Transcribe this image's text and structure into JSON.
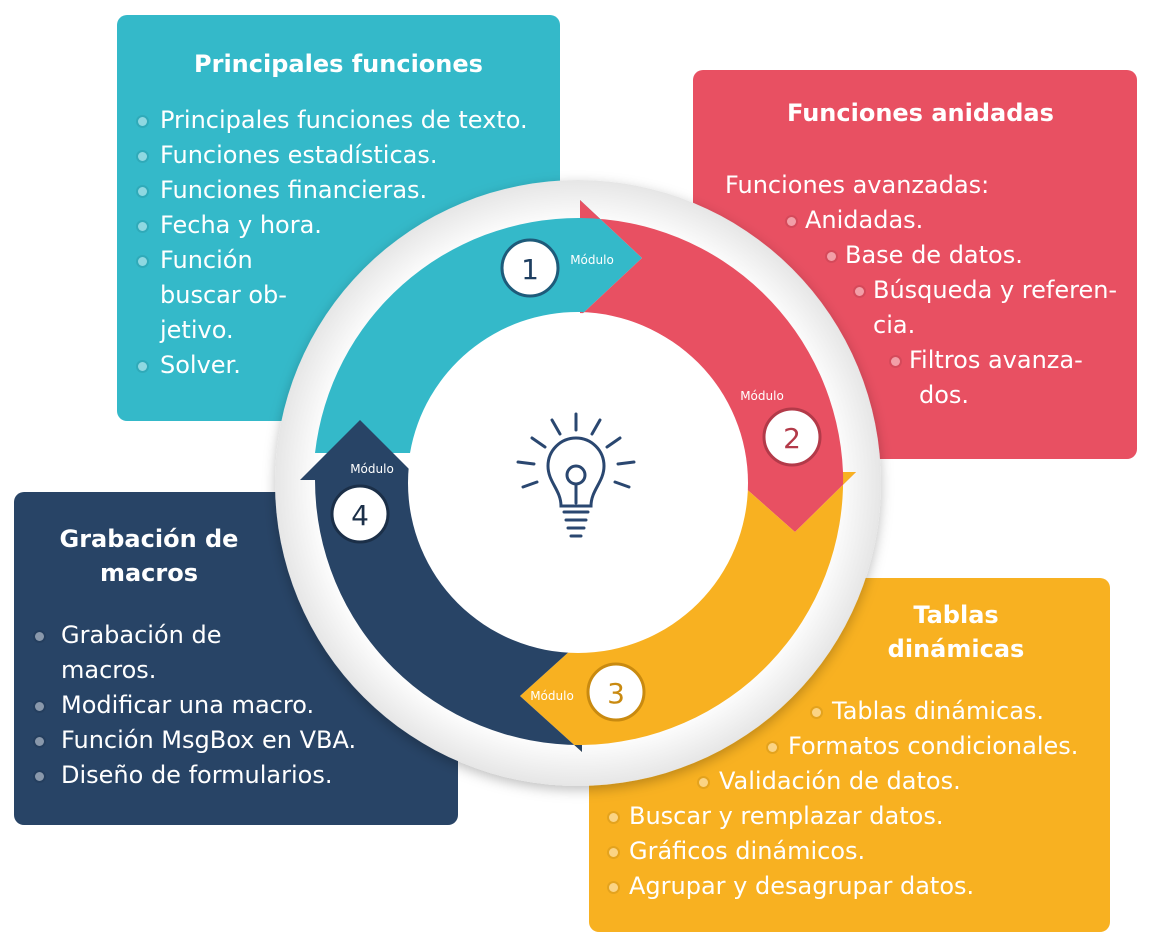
{
  "module_label": "Módulo",
  "modules": [
    {
      "number": "1",
      "title": "Principales funciones",
      "items": [
        "Principales funciones de texto.",
        "Funciones estadísticas.",
        "Funciones financieras.",
        "Fecha y hora.",
        "Función",
        "Solver."
      ],
      "item_lines_wrapped": [
        "buscar ob-",
        "jetivo."
      ],
      "color": "#34b9c9"
    },
    {
      "number": "2",
      "title": "Funciones anidadas",
      "lead": "Funciones avanzadas:",
      "items": [
        "Anidadas.",
        "Base de datos.",
        "Búsqueda y referen-",
        "Filtros avanza-"
      ],
      "item_lines_wrapped": [
        "cia.",
        "dos."
      ],
      "color": "#e85062"
    },
    {
      "number": "3",
      "title_lines": [
        "Tablas",
        "dinámicas"
      ],
      "items": [
        "Tablas dinámicas.",
        "Formatos condicionales.",
        "Validación de datos.",
        "Buscar y remplazar datos.",
        "Gráficos dinámicos.",
        "Agrupar y desagrupar datos."
      ],
      "color": "#f8b121"
    },
    {
      "number": "4",
      "title_lines": [
        "Grabación de",
        "macros"
      ],
      "items": [
        "Grabación de",
        "Modificar una macro.",
        "Función MsgBox en VBA.",
        "Diseño de formularios."
      ],
      "item_lines_wrapped": [
        "macros."
      ],
      "color": "#284466"
    }
  ],
  "center_icon": "lightbulb-icon",
  "ring_color": "#ffffff"
}
